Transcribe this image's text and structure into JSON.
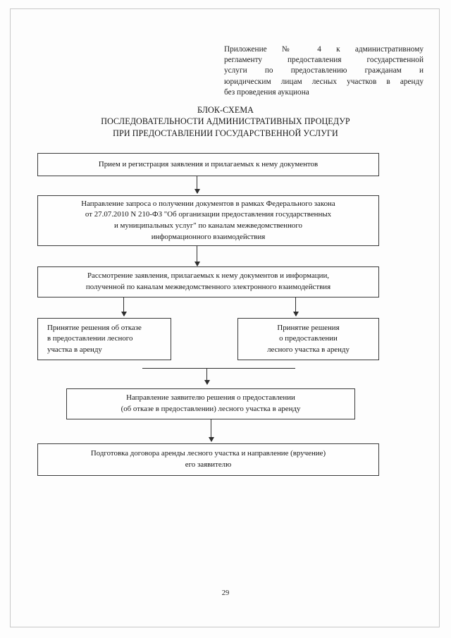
{
  "header": {
    "lines": [
      "Приложение № 4 к административному",
      "регламенту предоставления государственной",
      "услуги по предоставлению гражданам и",
      "юридическим лицам лесных участков в аренду",
      "без проведения аукциона"
    ]
  },
  "title": {
    "lines": [
      "БЛОК-СХЕМА",
      "ПОСЛЕДОВАТЕЛЬНОСТИ АДМИНИСТРАТИВНЫХ ПРОЦЕДУР",
      "ПРИ ПРЕДОСТАВЛЕНИИ ГОСУДАРСТВЕННОЙ УСЛУГИ"
    ]
  },
  "flowchart": {
    "steps": [
      {
        "id": "intake",
        "lines": [
          "Прием и регистрация заявления и прилагаемых к нему документов"
        ]
      },
      {
        "id": "interagency-request",
        "lines": [
          "Направление запроса о получении документов в рамках Федерального закона",
          "от 27.07.2010 N 210-ФЗ \"Об организации предоставления государственных",
          "и муниципальных услуг\" по каналам межведомственного",
          "информационного взаимодействия"
        ]
      },
      {
        "id": "review",
        "lines": [
          "Рассмотрение заявления, прилагаемых к нему документов и информации,",
          "полученной по каналам межведомственного электронного взаимодействия"
        ]
      },
      {
        "id": "decision-refusal",
        "lines": [
          "Принятие решения об отказе",
          "в предоставлении лесного",
          "    участка в аренду"
        ]
      },
      {
        "id": "decision-grant",
        "lines": [
          "Принятие решения",
          "о предоставлении",
          "лесного участка в аренду"
        ]
      },
      {
        "id": "notify-applicant",
        "lines": [
          "Направление заявителю решения о предоставлении",
          "(об отказе в предоставлении) лесного участка в аренду"
        ]
      },
      {
        "id": "prepare-contract",
        "lines": [
          "Подготовка договора аренды лесного участка и направление (вручение)",
          "его заявителю"
        ]
      }
    ]
  },
  "footer": {
    "page_number": "29"
  }
}
